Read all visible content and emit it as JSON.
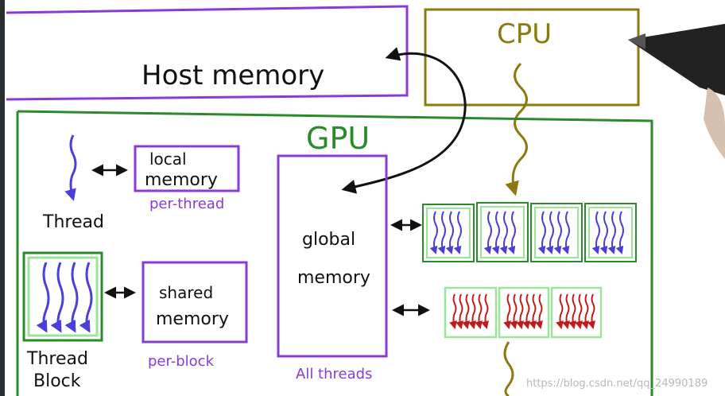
{
  "labels": {
    "host_memory": "Host memory",
    "cpu": "CPU",
    "gpu": "GPU",
    "thread": "Thread",
    "local_memory_line1": "local",
    "local_memory_line2": "memory",
    "per_thread": "per-thread",
    "thread_block_line1": "Thread",
    "thread_block_line2": "Block",
    "shared_memory_line1": "shared",
    "shared_memory_line2": "memory",
    "per_block": "per-block",
    "global_memory_line1": "global",
    "global_memory_line2": "memory",
    "all_threads": "All threads"
  },
  "watermark": "https://blog.csdn.net/qq_24990189",
  "colors": {
    "purple": "#8a3bd6",
    "green": "#2b8a2b",
    "olive": "#8b7a10",
    "blue_thread": "#4a3fd8",
    "red_thread": "#c21a1a",
    "light_green": "#9ee39a",
    "arrow": "#111111"
  },
  "icons": {
    "thread": "wavy-arrow-icon",
    "bidirectional": "double-arrow-icon",
    "pen": "pen-icon"
  }
}
